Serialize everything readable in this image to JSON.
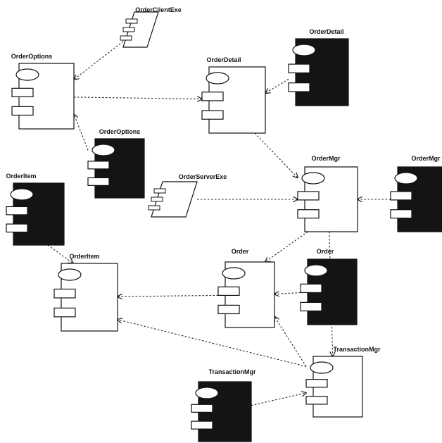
{
  "diagram": {
    "colors": {
      "ink": "#111111",
      "paper": "#ffffff",
      "shadow": "#141414",
      "arrow": "#222222"
    },
    "components": [
      {
        "id": "order_client_exe",
        "label": "OrderClientExe",
        "kind": "exe",
        "style": "outline"
      },
      {
        "id": "order_options_main",
        "label": "OrderOptions",
        "kind": "component",
        "style": "outline"
      },
      {
        "id": "order_options_shadow",
        "label": "OrderOptions",
        "kind": "component",
        "style": "filled"
      },
      {
        "id": "order_detail_main",
        "label": "OrderDetail",
        "kind": "component",
        "style": "outline"
      },
      {
        "id": "order_detail_shadow",
        "label": "OrderDetail",
        "kind": "component",
        "style": "filled"
      },
      {
        "id": "order_item_shadow",
        "label": "OrderItem",
        "kind": "component",
        "style": "filled"
      },
      {
        "id": "order_item_main",
        "label": "OrderItem",
        "kind": "component",
        "style": "outline"
      },
      {
        "id": "order_server_exe",
        "label": "OrderServerExe",
        "kind": "exe",
        "style": "outline"
      },
      {
        "id": "order_mgr_main",
        "label": "OrderMgr",
        "kind": "component",
        "style": "outline"
      },
      {
        "id": "order_mgr_shadow",
        "label": "OrderMgr",
        "kind": "component",
        "style": "filled"
      },
      {
        "id": "order_main",
        "label": "Order",
        "kind": "component",
        "style": "outline"
      },
      {
        "id": "order_shadow",
        "label": "Order",
        "kind": "component",
        "style": "filled"
      },
      {
        "id": "transaction_mgr_main",
        "label": "TransactionMgr",
        "kind": "component",
        "style": "outline"
      },
      {
        "id": "transaction_mgr_shadow",
        "label": "TransactionMgr",
        "kind": "component",
        "style": "filled"
      }
    ],
    "dependencies": [
      {
        "from": "order_client_exe",
        "to": "order_options_main"
      },
      {
        "from": "order_options_main",
        "to": "order_detail_main"
      },
      {
        "from": "order_options_shadow",
        "to": "order_options_main"
      },
      {
        "from": "order_detail_shadow",
        "to": "order_detail_main"
      },
      {
        "from": "order_detail_main",
        "to": "order_mgr_main"
      },
      {
        "from": "order_server_exe",
        "to": "order_mgr_main"
      },
      {
        "from": "order_mgr_shadow",
        "to": "order_mgr_main"
      },
      {
        "from": "order_mgr_main",
        "to": "order_main"
      },
      {
        "from": "order_mgr_main",
        "to": "transaction_mgr_main"
      },
      {
        "from": "order_shadow",
        "to": "order_main"
      },
      {
        "from": "order_item_shadow",
        "to": "order_item_main"
      },
      {
        "from": "order_main",
        "to": "order_item_main"
      },
      {
        "from": "transaction_mgr_main",
        "to": "order_item_main"
      },
      {
        "from": "transaction_mgr_main",
        "to": "order_main"
      },
      {
        "from": "transaction_mgr_shadow",
        "to": "transaction_mgr_main"
      }
    ]
  }
}
